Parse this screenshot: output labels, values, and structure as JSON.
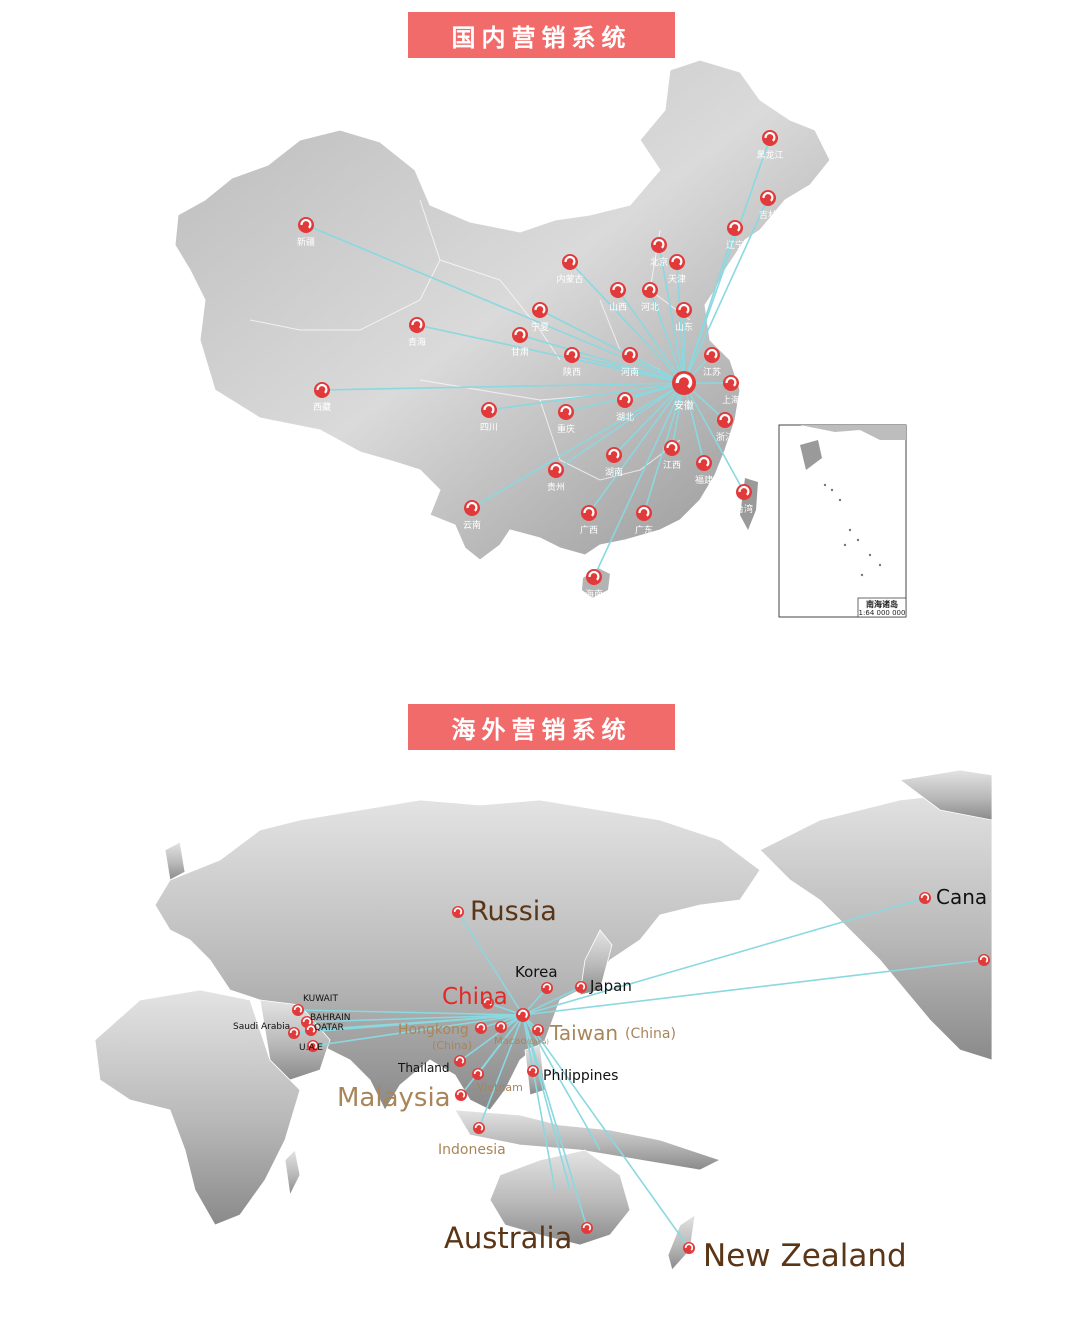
{
  "domestic": {
    "title": "国内营销系统",
    "hub": "安徽",
    "provinces": [
      "新疆",
      "西藏",
      "青海",
      "甘肃",
      "宁夏",
      "内蒙古",
      "四川",
      "重庆",
      "云南",
      "贵州",
      "广西",
      "海南",
      "陕西",
      "山西",
      "河南",
      "湖北",
      "湖南",
      "广东",
      "江西",
      "福建",
      "浙江",
      "上海",
      "江苏",
      "山东",
      "河北",
      "北京",
      "天津",
      "辽宁",
      "吉林",
      "黑龙江",
      "台湾"
    ],
    "inset": {
      "title": "南海诸岛",
      "scale": "1:64 000 000"
    }
  },
  "overseas": {
    "title": "海外营销系统",
    "locations": [
      {
        "name": "Russia"
      },
      {
        "name": "Korea"
      },
      {
        "name": "Japan"
      },
      {
        "name": "China"
      },
      {
        "name": "KUWAIT"
      },
      {
        "name": "BAHRAIN"
      },
      {
        "name": "QATAR"
      },
      {
        "name": "Saudi Arabia"
      },
      {
        "name": "U.A.E"
      },
      {
        "name": "Hongkong"
      },
      {
        "name": "(China)"
      },
      {
        "name": "Macao"
      },
      {
        "name": "(China)"
      },
      {
        "name": "Taiwan"
      },
      {
        "name": "(China)"
      },
      {
        "name": "Thailand"
      },
      {
        "name": "Vietnam"
      },
      {
        "name": "Philippines"
      },
      {
        "name": "Malaysia"
      },
      {
        "name": "Indonesia"
      },
      {
        "name": "Australia"
      },
      {
        "name": "New Zealand"
      },
      {
        "name": "Cana"
      }
    ]
  },
  "colors": {
    "banner": "#f26b6b",
    "line": "#8ad8e0",
    "marker": "#e23a3a",
    "brown": "#5a3516",
    "tan": "#a9855a",
    "red_label": "#e02a2a"
  }
}
